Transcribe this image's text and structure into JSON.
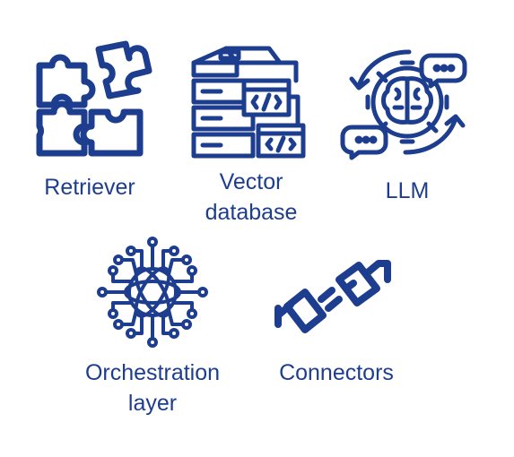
{
  "accent_color": "#1d3d8f",
  "items": [
    {
      "id": "retriever",
      "label": "Retriever",
      "icon": "puzzle-icon"
    },
    {
      "id": "vector-db",
      "label": "Vector\ndatabase",
      "icon": "database-server-code-icon"
    },
    {
      "id": "llm",
      "label": "LLM",
      "icon": "ai-brain-gear-icon"
    },
    {
      "id": "orchestration",
      "label": "Orchestration\nlayer",
      "icon": "neural-network-icon"
    },
    {
      "id": "connectors",
      "label": "Connectors",
      "icon": "plug-connector-icon"
    }
  ]
}
